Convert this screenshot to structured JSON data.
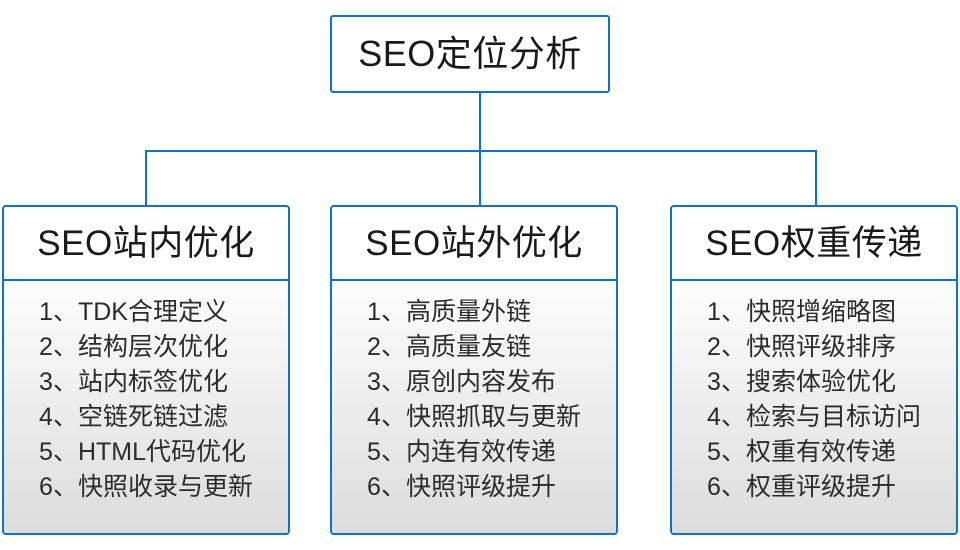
{
  "diagram": {
    "type": "tree-hierarchy",
    "colors": {
      "border": "#1072c4",
      "text": "#1a1a1a",
      "body_gradient_top": "#fdfdfd",
      "body_gradient_bottom": "#dcdcdc",
      "background": "#ffffff"
    },
    "root": {
      "label": "SEO定位分析"
    },
    "branches": [
      {
        "title": "SEO站内优化",
        "items": [
          "1、TDK合理定义",
          "2、结构层次优化",
          "3、站内标签优化",
          "4、空链死链过滤",
          "5、HTML代码优化",
          "6、快照收录与更新"
        ]
      },
      {
        "title": "SEO站外优化",
        "items": [
          "1、高质量外链",
          "2、高质量友链",
          "3、原创内容发布",
          "4、快照抓取与更新",
          "5、内连有效传递",
          "6、快照评级提升"
        ]
      },
      {
        "title": "SEO权重传递",
        "items": [
          "1、快照增缩略图",
          "2、快照评级排序",
          "3、搜索体验优化",
          "4、检索与目标访问",
          "5、权重有效传递",
          "6、权重评级提升"
        ]
      }
    ]
  }
}
